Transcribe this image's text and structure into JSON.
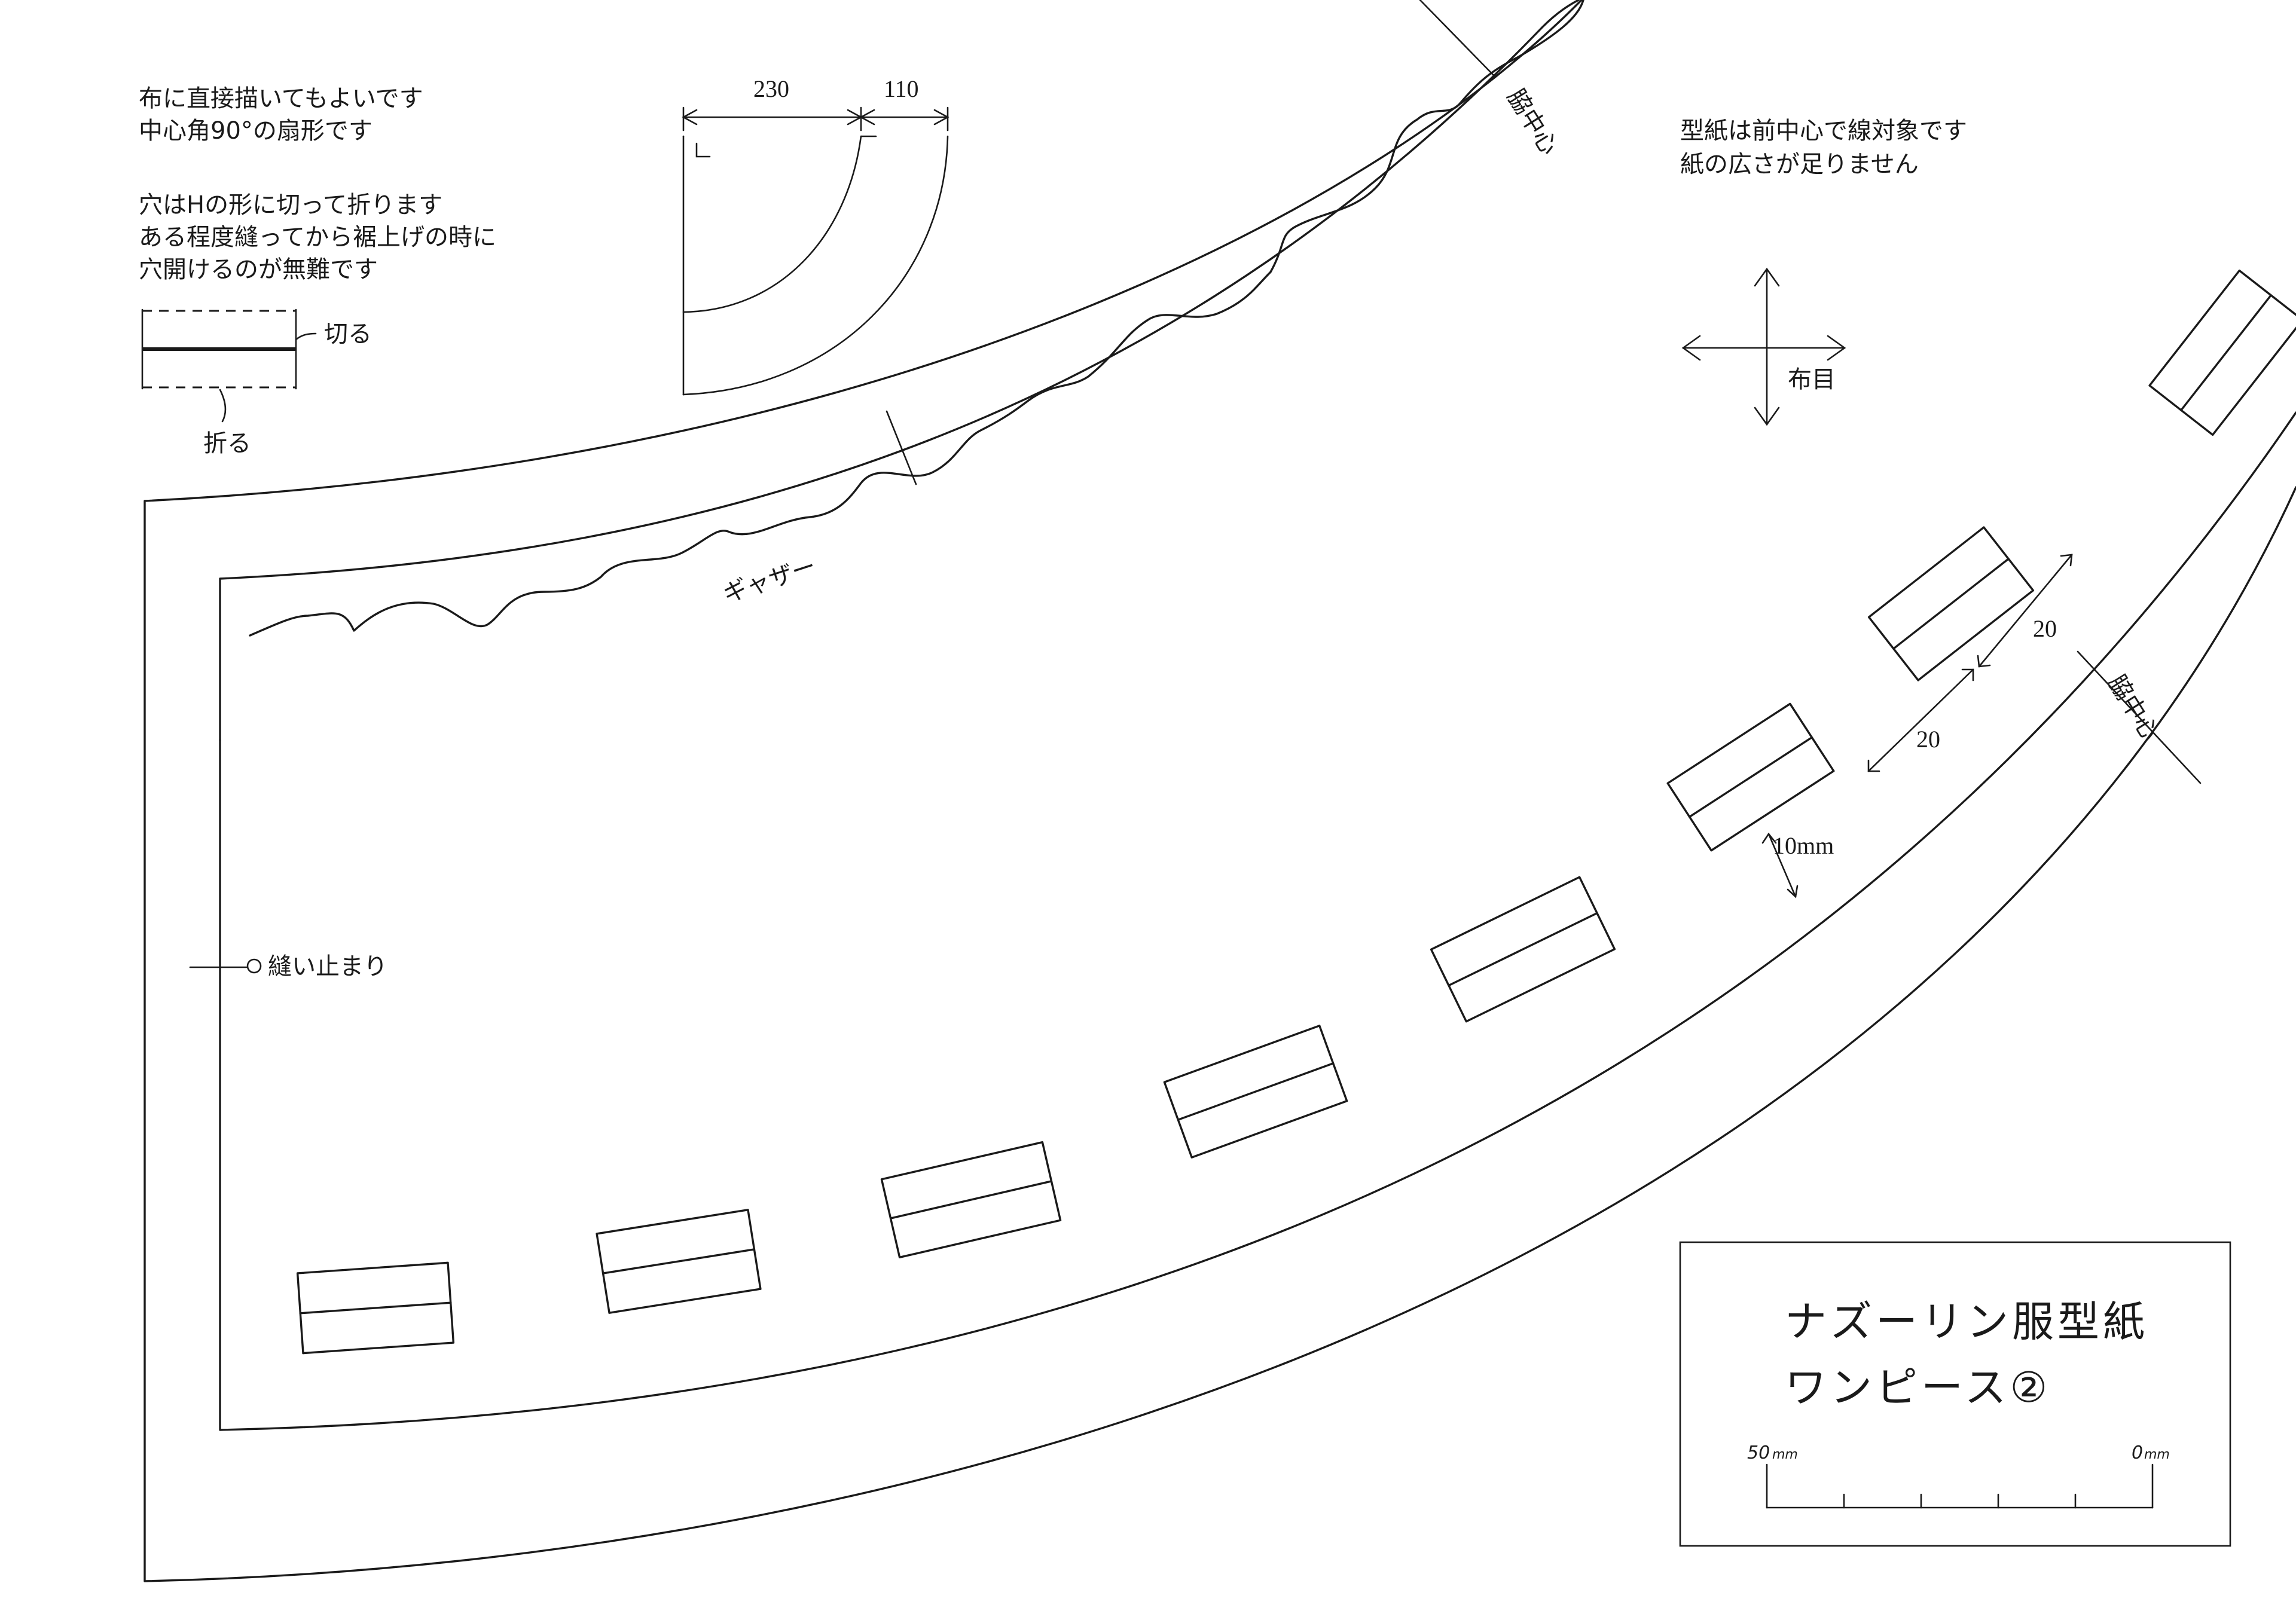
{
  "notes": {
    "line1": "布に直接描いてもよいです",
    "line2": "中心角90°の扇形です",
    "line3": "穴はHの形に切って折ります",
    "line4": "ある程度縫ってから裾上げの時に",
    "line5": "穴開けるのが無難です",
    "cut": "切る",
    "fold": "折る"
  },
  "right_notes": {
    "line1": "型紙は前中心で線対象です",
    "line2": "紙の広さが足りません"
  },
  "grain_label": "布目",
  "mini_diagram": {
    "dim_inner": "230",
    "dim_outer": "110"
  },
  "labels": {
    "gather": "ギャザー",
    "side_center_1": "脇中心",
    "side_center_2": "脇中心",
    "stop_stitch": "縫い止まり",
    "gap_10mm": "10mm",
    "gap_20a": "20",
    "gap_20b": "20"
  },
  "title_box": {
    "line1": "ナズーリン服型紙",
    "line2": "ワンピース②",
    "scale_left": "50",
    "scale_left_unit": "mm",
    "scale_right": "0",
    "scale_right_unit": "mm"
  }
}
